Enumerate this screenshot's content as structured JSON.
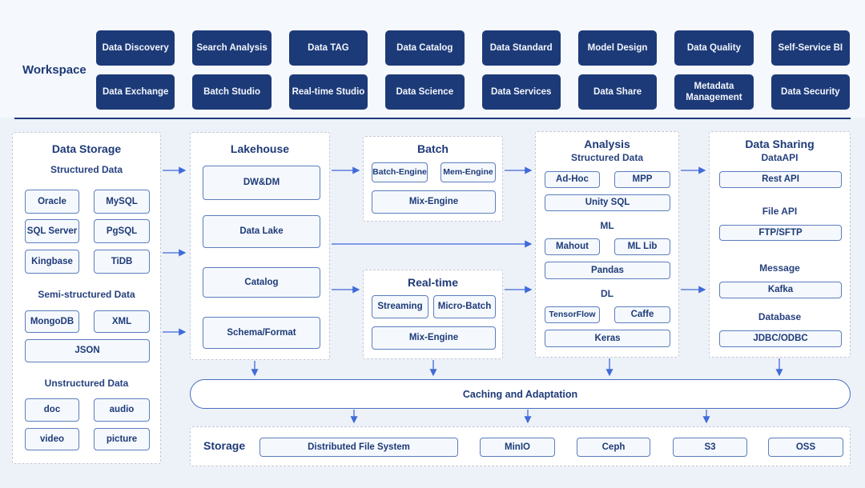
{
  "workspace": {
    "label": "Workspace",
    "rows": [
      [
        "Data Discovery",
        "Search Analysis",
        "Data TAG",
        "Data Catalog",
        "Data Standard",
        "Model Design",
        "Data Quality",
        "Self-Service BI"
      ],
      [
        "Data Exchange",
        "Batch Studio",
        "Real-time Studio",
        "Data Science",
        "Data Services",
        "Data Share",
        "Metadata Management",
        "Data Security"
      ]
    ]
  },
  "panels": {
    "data_storage": {
      "title": "Data Storage",
      "groups": [
        {
          "label": "Structured Data",
          "items": [
            "Oracle",
            "MySQL",
            "SQL Server",
            "PgSQL",
            "Kingbase",
            "TiDB"
          ]
        },
        {
          "label": "Semi-structured Data",
          "items": [
            "MongoDB",
            "XML",
            "JSON"
          ]
        },
        {
          "label": "Unstructured Data",
          "items": [
            "doc",
            "audio",
            "video",
            "picture"
          ]
        }
      ]
    },
    "lakehouse": {
      "title": "Lakehouse",
      "items": [
        "DW&DM",
        "Data Lake",
        "Catalog",
        "Schema/Format"
      ]
    },
    "batch": {
      "title": "Batch",
      "items": [
        "Batch-Engine",
        "Mem-Engine",
        "Mix-Engine"
      ]
    },
    "realtime": {
      "title": "Real-time",
      "items": [
        "Streaming",
        "Micro-Batch",
        "Mix-Engine"
      ]
    },
    "analysis": {
      "title": "Analysis",
      "groups": [
        {
          "label": "Structured Data",
          "items": [
            "Ad-Hoc",
            "MPP",
            "Unity SQL"
          ]
        },
        {
          "label": "ML",
          "items": [
            "Mahout",
            "ML Lib",
            "Pandas"
          ]
        },
        {
          "label": "DL",
          "items": [
            "TensorFlow",
            "Caffe",
            "Keras"
          ]
        }
      ]
    },
    "data_sharing": {
      "title": "Data Sharing",
      "groups": [
        {
          "label": "DataAPI",
          "item": "Rest API"
        },
        {
          "label": "File API",
          "item": "FTP/SFTP"
        },
        {
          "label": "Message",
          "item": "Kafka"
        },
        {
          "label": "Database",
          "item": "JDBC/ODBC"
        }
      ]
    }
  },
  "caching": {
    "label": "Caching and Adaptation"
  },
  "storage": {
    "label": "Storage",
    "items": [
      "Distributed File System",
      "MinIO",
      "Ceph",
      "S3",
      "OSS"
    ]
  },
  "colors": {
    "navy": "#1e3a78",
    "button_bg": "#1d3a78",
    "arrow": "#3f6ad8",
    "box_border": "#5d7dbd",
    "box_fill": "#f5f9fd",
    "panel_border": "#c3c8d4",
    "page_bg": "#edf1f8"
  }
}
